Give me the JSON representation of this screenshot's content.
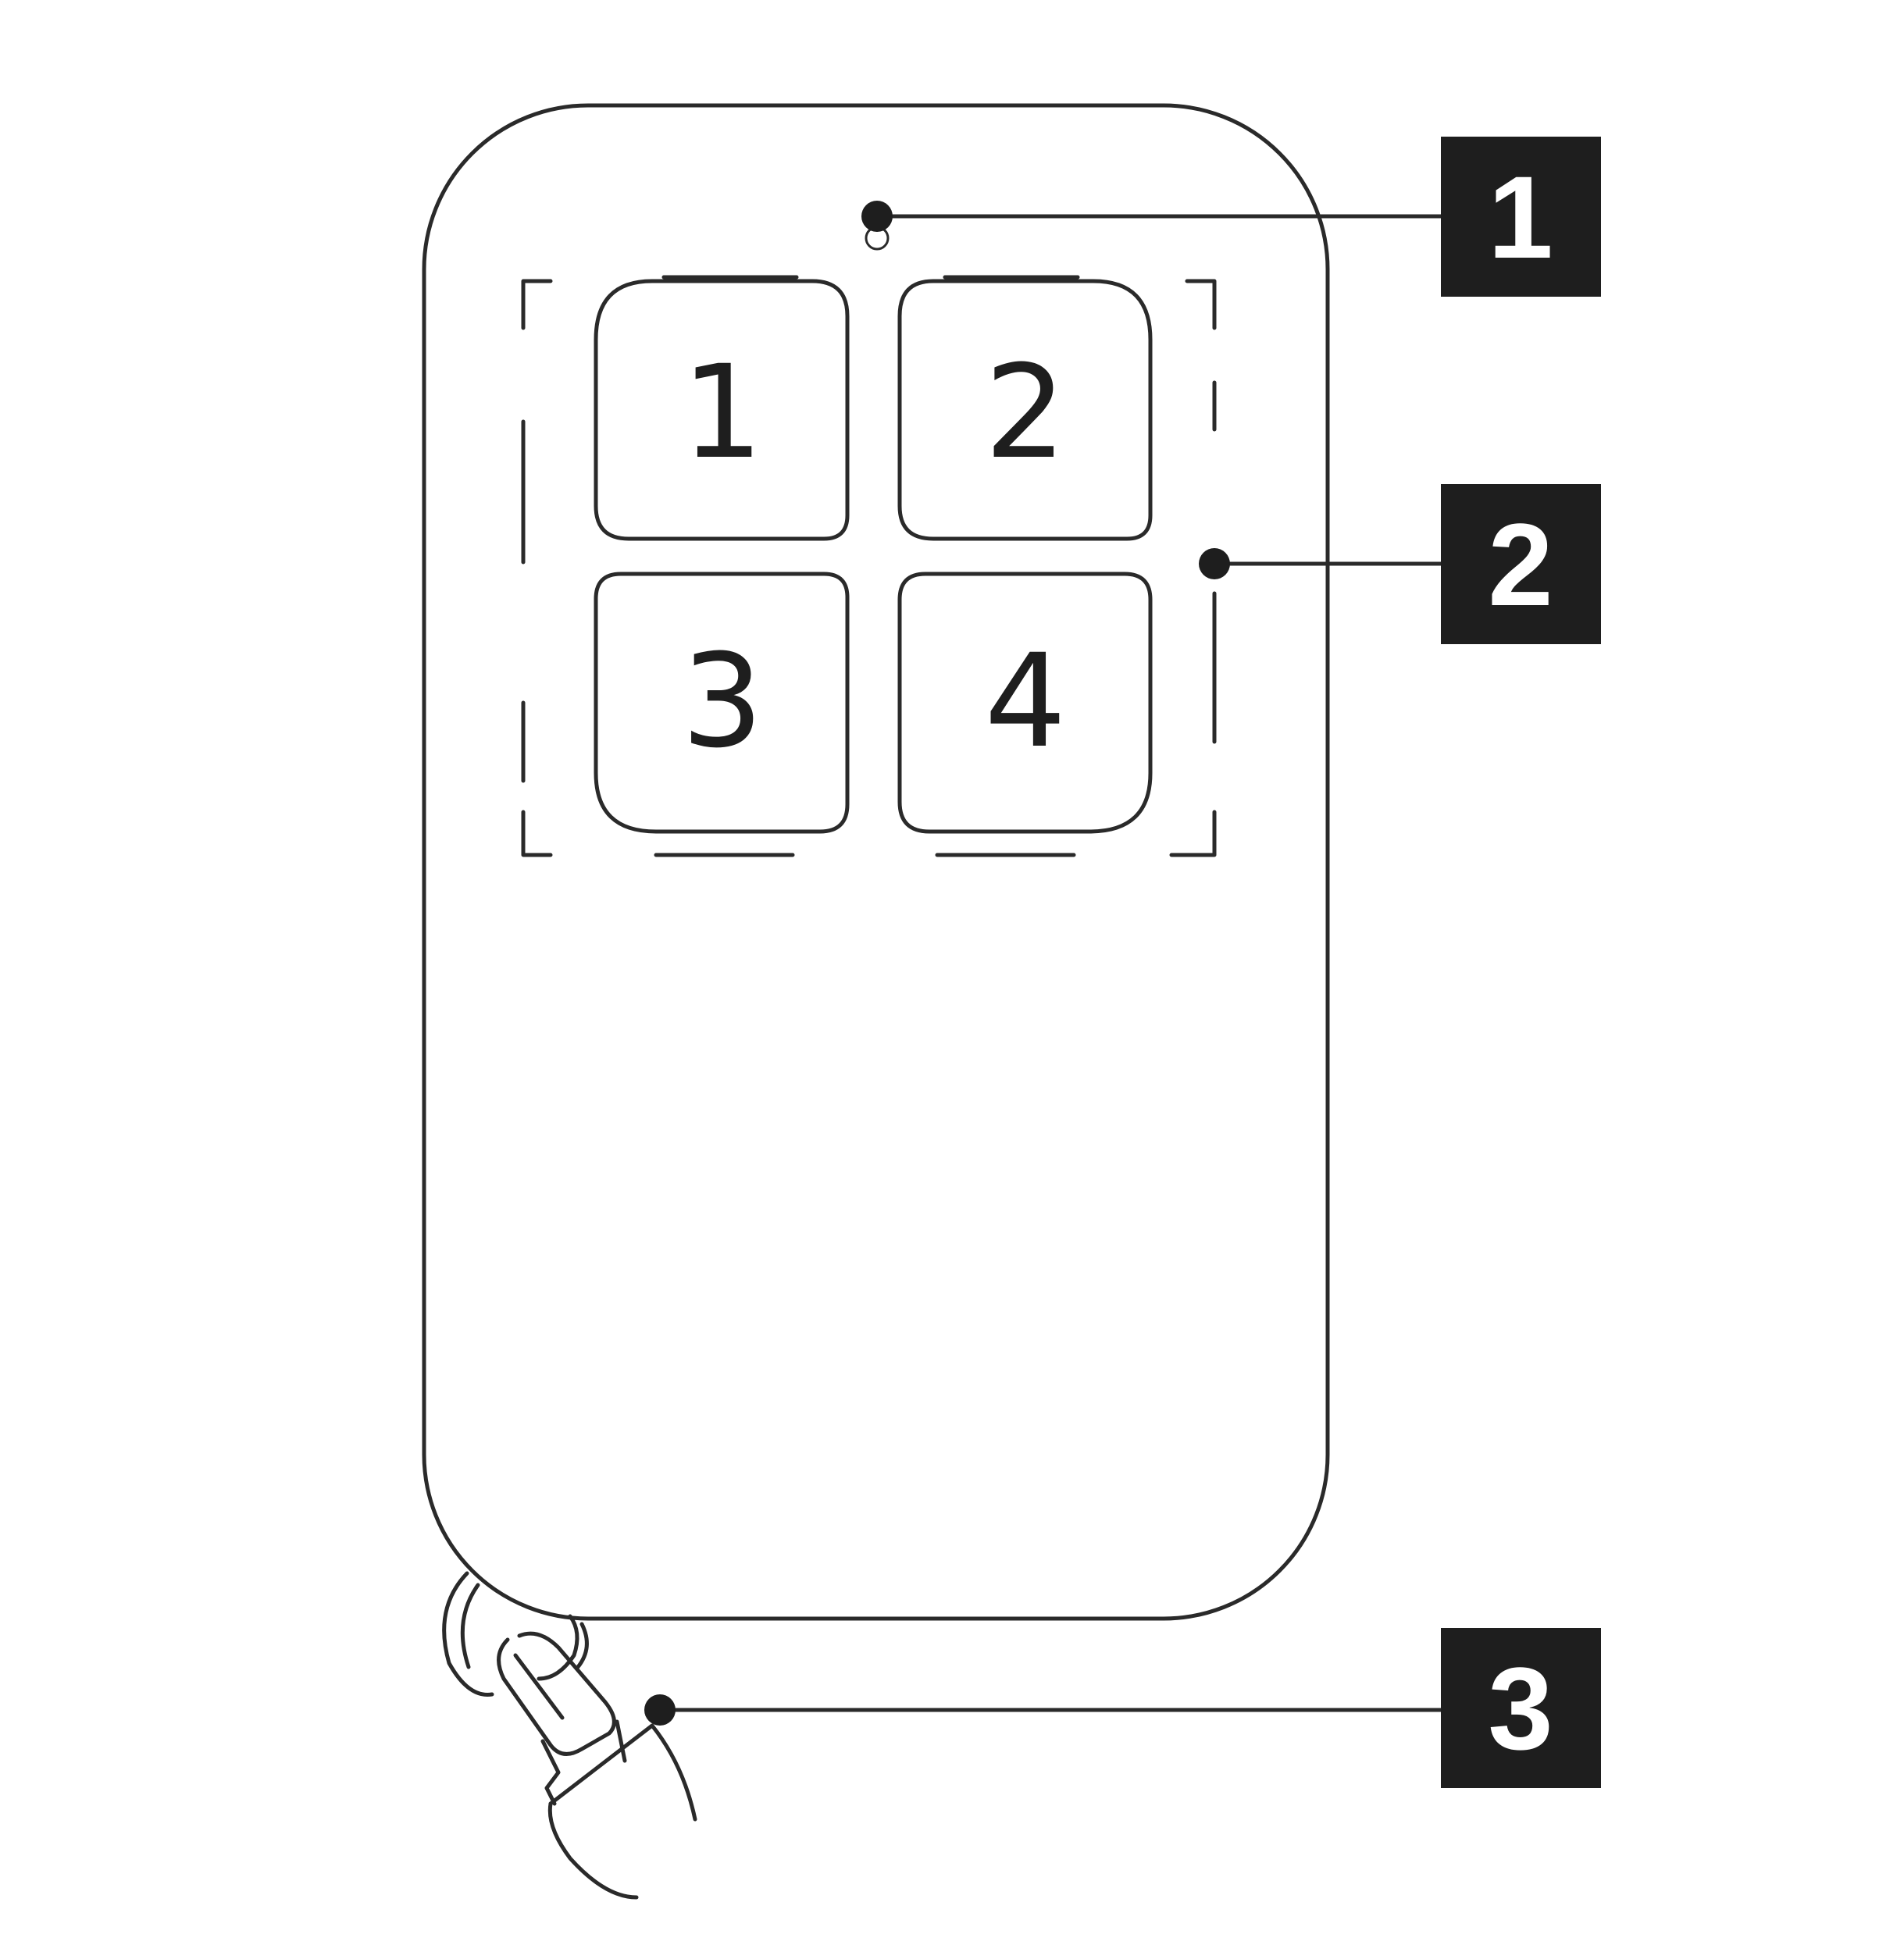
{
  "colors": {
    "line": "#2a2a2a",
    "callout_bg": "#1e1e1e",
    "callout_text": "#ffffff",
    "background": "#ffffff"
  },
  "buttons": [
    {
      "label": "1"
    },
    {
      "label": "2"
    },
    {
      "label": "3"
    },
    {
      "label": "4"
    }
  ],
  "callouts": [
    {
      "label": "1"
    },
    {
      "label": "2"
    },
    {
      "label": "3"
    }
  ]
}
